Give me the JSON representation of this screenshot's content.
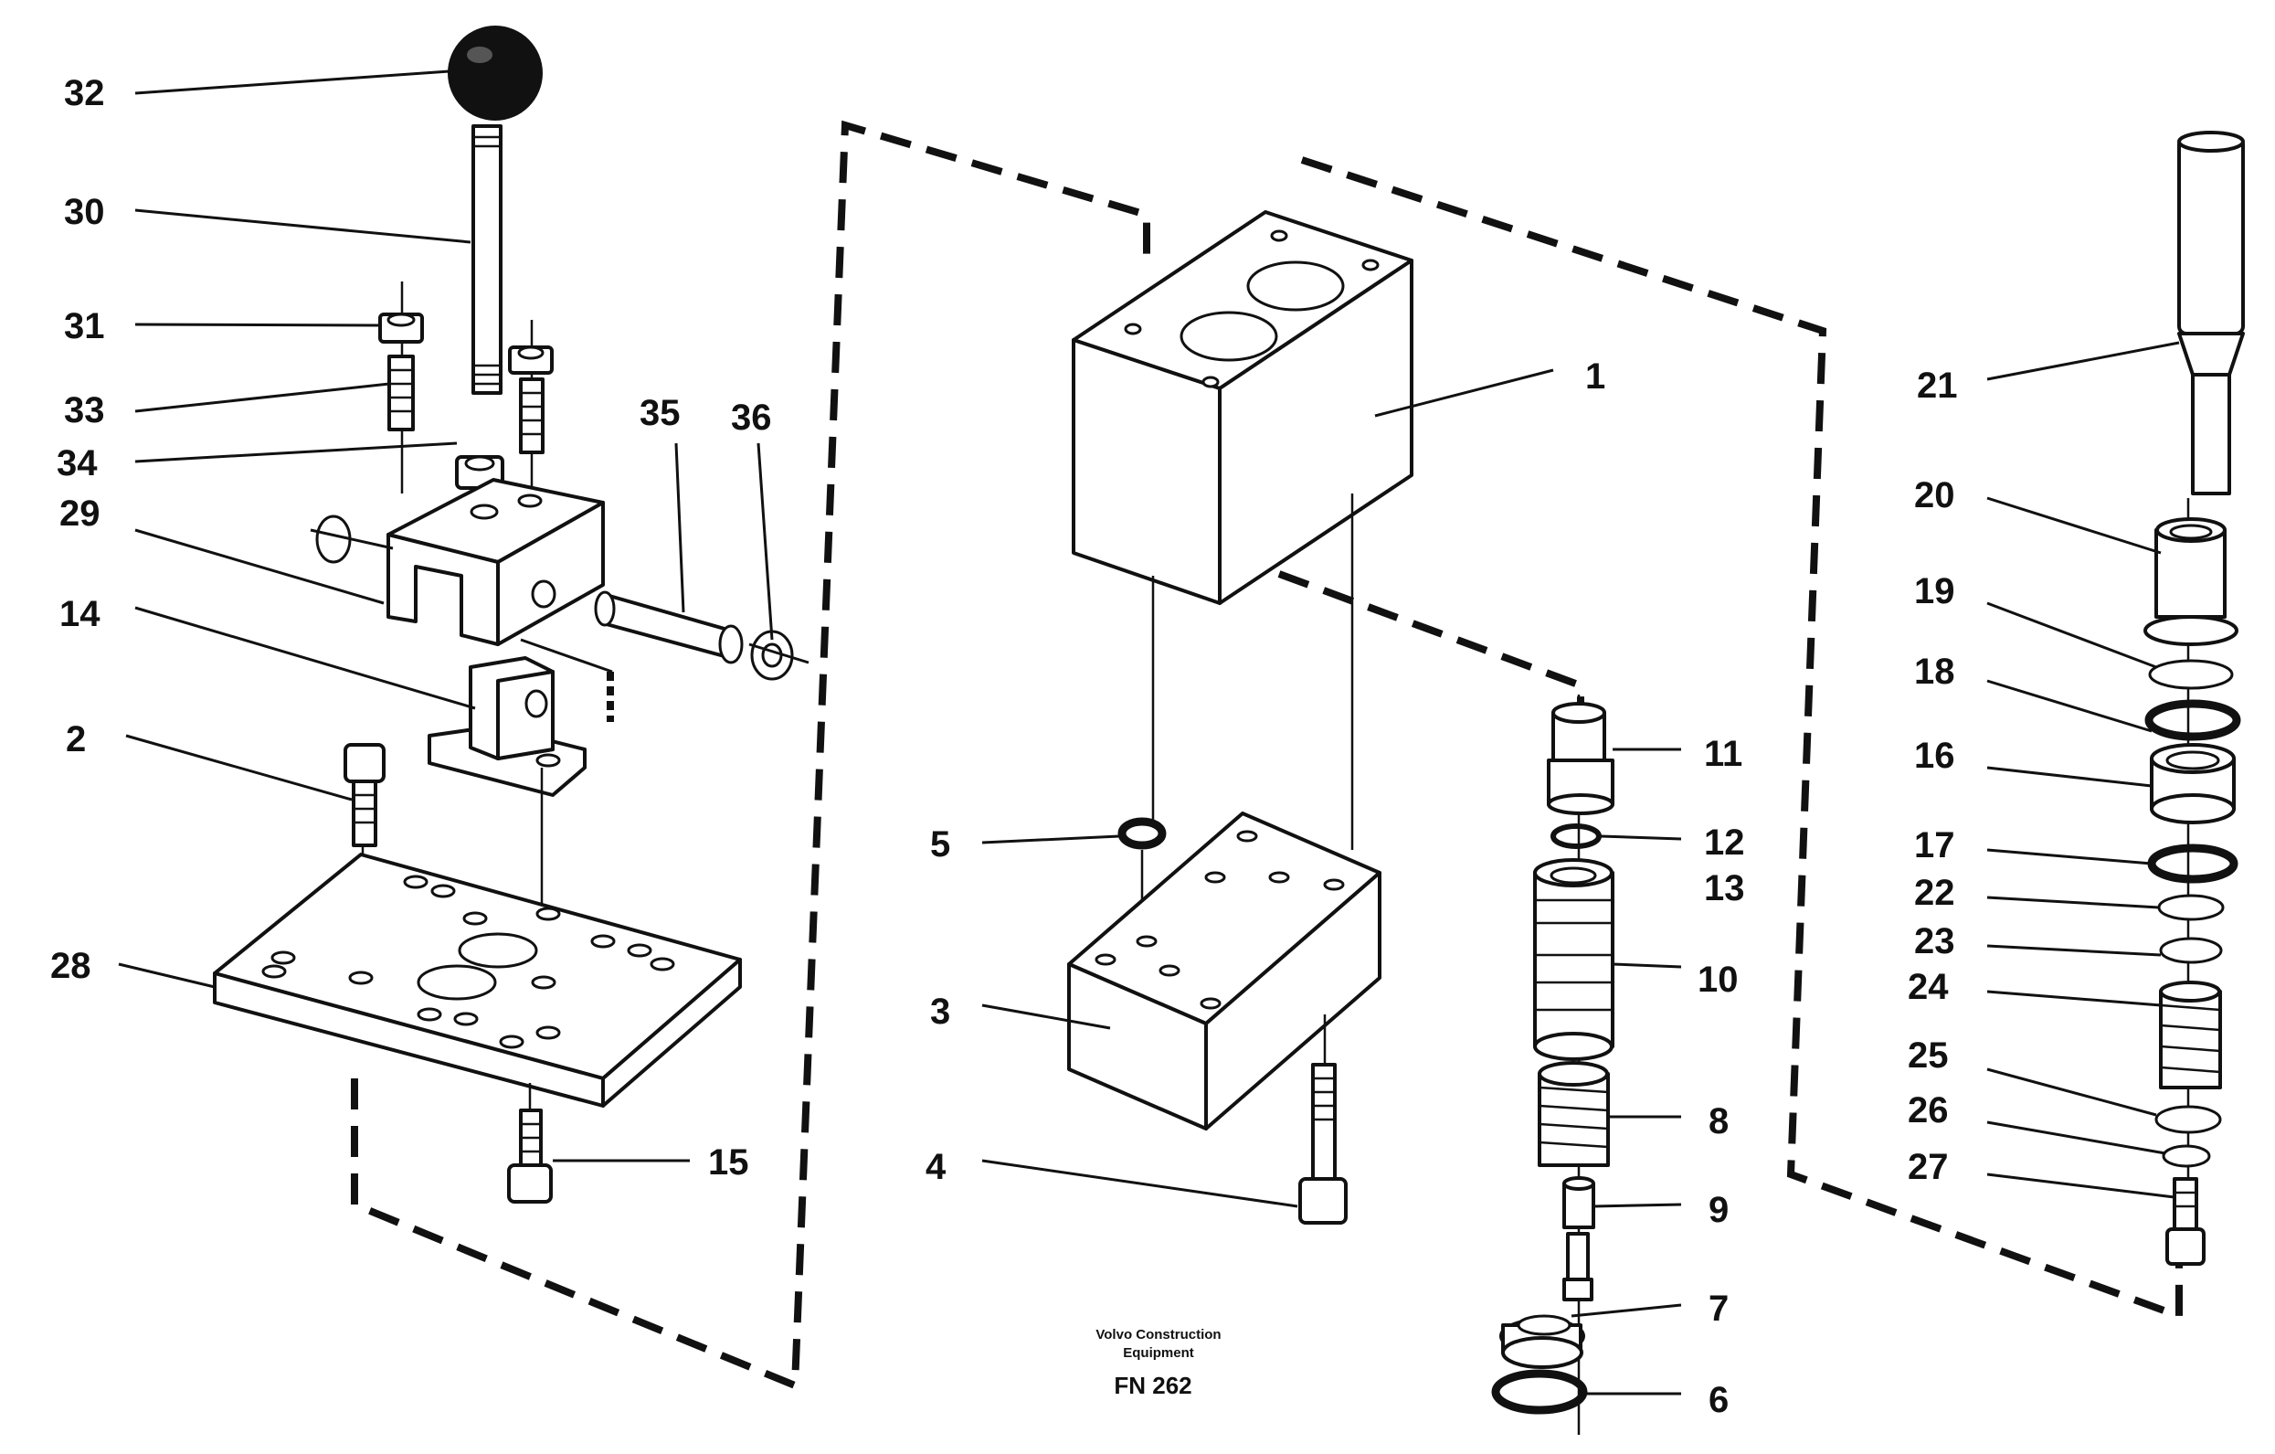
{
  "labels": {
    "p1": "1",
    "p2": "2",
    "p3": "3",
    "p4": "4",
    "p5": "5",
    "p6": "6",
    "p7": "7",
    "p8": "8",
    "p9": "9",
    "p10": "10",
    "p11": "11",
    "p12": "12",
    "p13": "13",
    "p14": "14",
    "p15": "15",
    "p16": "16",
    "p17": "17",
    "p18": "18",
    "p19": "19",
    "p20": "20",
    "p21": "21",
    "p22": "22",
    "p23": "23",
    "p24": "24",
    "p25": "25",
    "p26": "26",
    "p27": "27",
    "p28": "28",
    "p29": "29",
    "p30": "30",
    "p31": "31",
    "p32": "32",
    "p33": "33",
    "p34": "34",
    "p35": "35",
    "p36": "36"
  },
  "caption": {
    "line1": "Volvo Construction",
    "line2": "Equipment",
    "code": "FN 262"
  }
}
